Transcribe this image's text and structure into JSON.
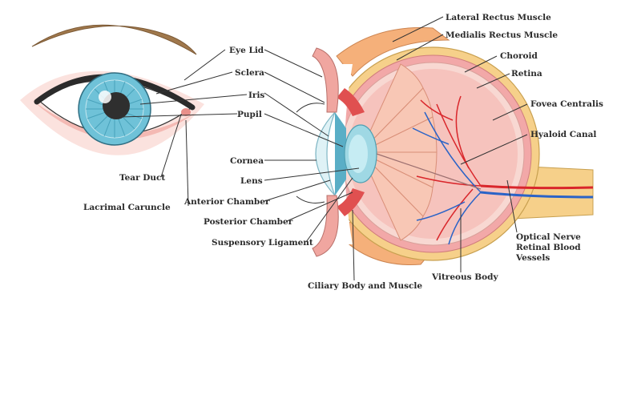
{
  "labels": {
    "eye_lid": "Eye Lid",
    "sclera": "Sclera",
    "iris": "Iris",
    "pupil": "Pupil",
    "tear_duct": "Tear Duct",
    "lacrimal_caruncle": "Lacrimal Caruncle",
    "cornea": "Cornea",
    "lens": "Lens",
    "anterior_chamber": "Anterior Chamber",
    "posterior_chamber": "Posterior Chamber",
    "suspensory_ligament": "Suspensory Ligament",
    "ciliary_body": "Ciliary Body and Muscle",
    "lateral_rectus": "Lateral Rectus Muscle",
    "medialis_rectus": "Medialis Rectus Muscle",
    "choroid": "Choroid",
    "retina": "Retina",
    "fovea": "Fovea Centralis",
    "hyaloid": "Hyaloid Canal",
    "vitreous": "Vitreous Body",
    "optical_nerve_1": "Optical Nerve",
    "optical_nerve_2": "Retinal Blood",
    "optical_nerve_3": "Vessels"
  },
  "colors": {
    "eyebrow": "#a0784c",
    "skin_pink": "#f7c9c4",
    "iris_blue": "#6fc2d8",
    "sclera_outer": "#f6d08a",
    "choroid": "#f2a8a8",
    "vitreous": "#f6c3bd",
    "lens_blue": "#9fd8e4",
    "artery": "#d9262b",
    "vein": "#2a63c7"
  }
}
